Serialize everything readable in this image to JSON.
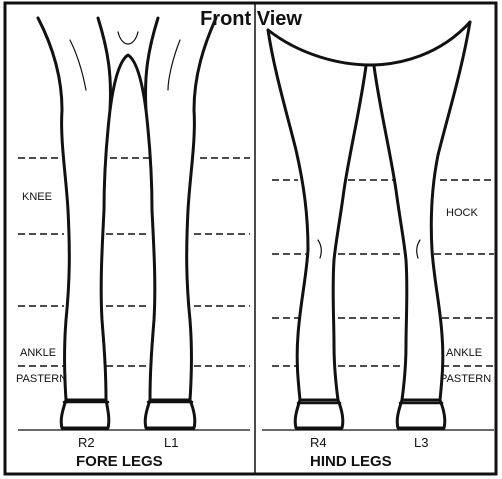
{
  "title": "Front View",
  "fore": {
    "caption": "FORE LEGS",
    "legs": [
      "R2",
      "L1"
    ],
    "marks": {
      "knee": "KNEE",
      "ankle": "ANKLE",
      "pastern": "PASTERN"
    }
  },
  "hind": {
    "caption": "HIND LEGS",
    "legs": [
      "R4",
      "L3"
    ],
    "marks": {
      "hock": "HOCK",
      "ankle": "ANKLE",
      "pastern": "PASTERN"
    }
  }
}
